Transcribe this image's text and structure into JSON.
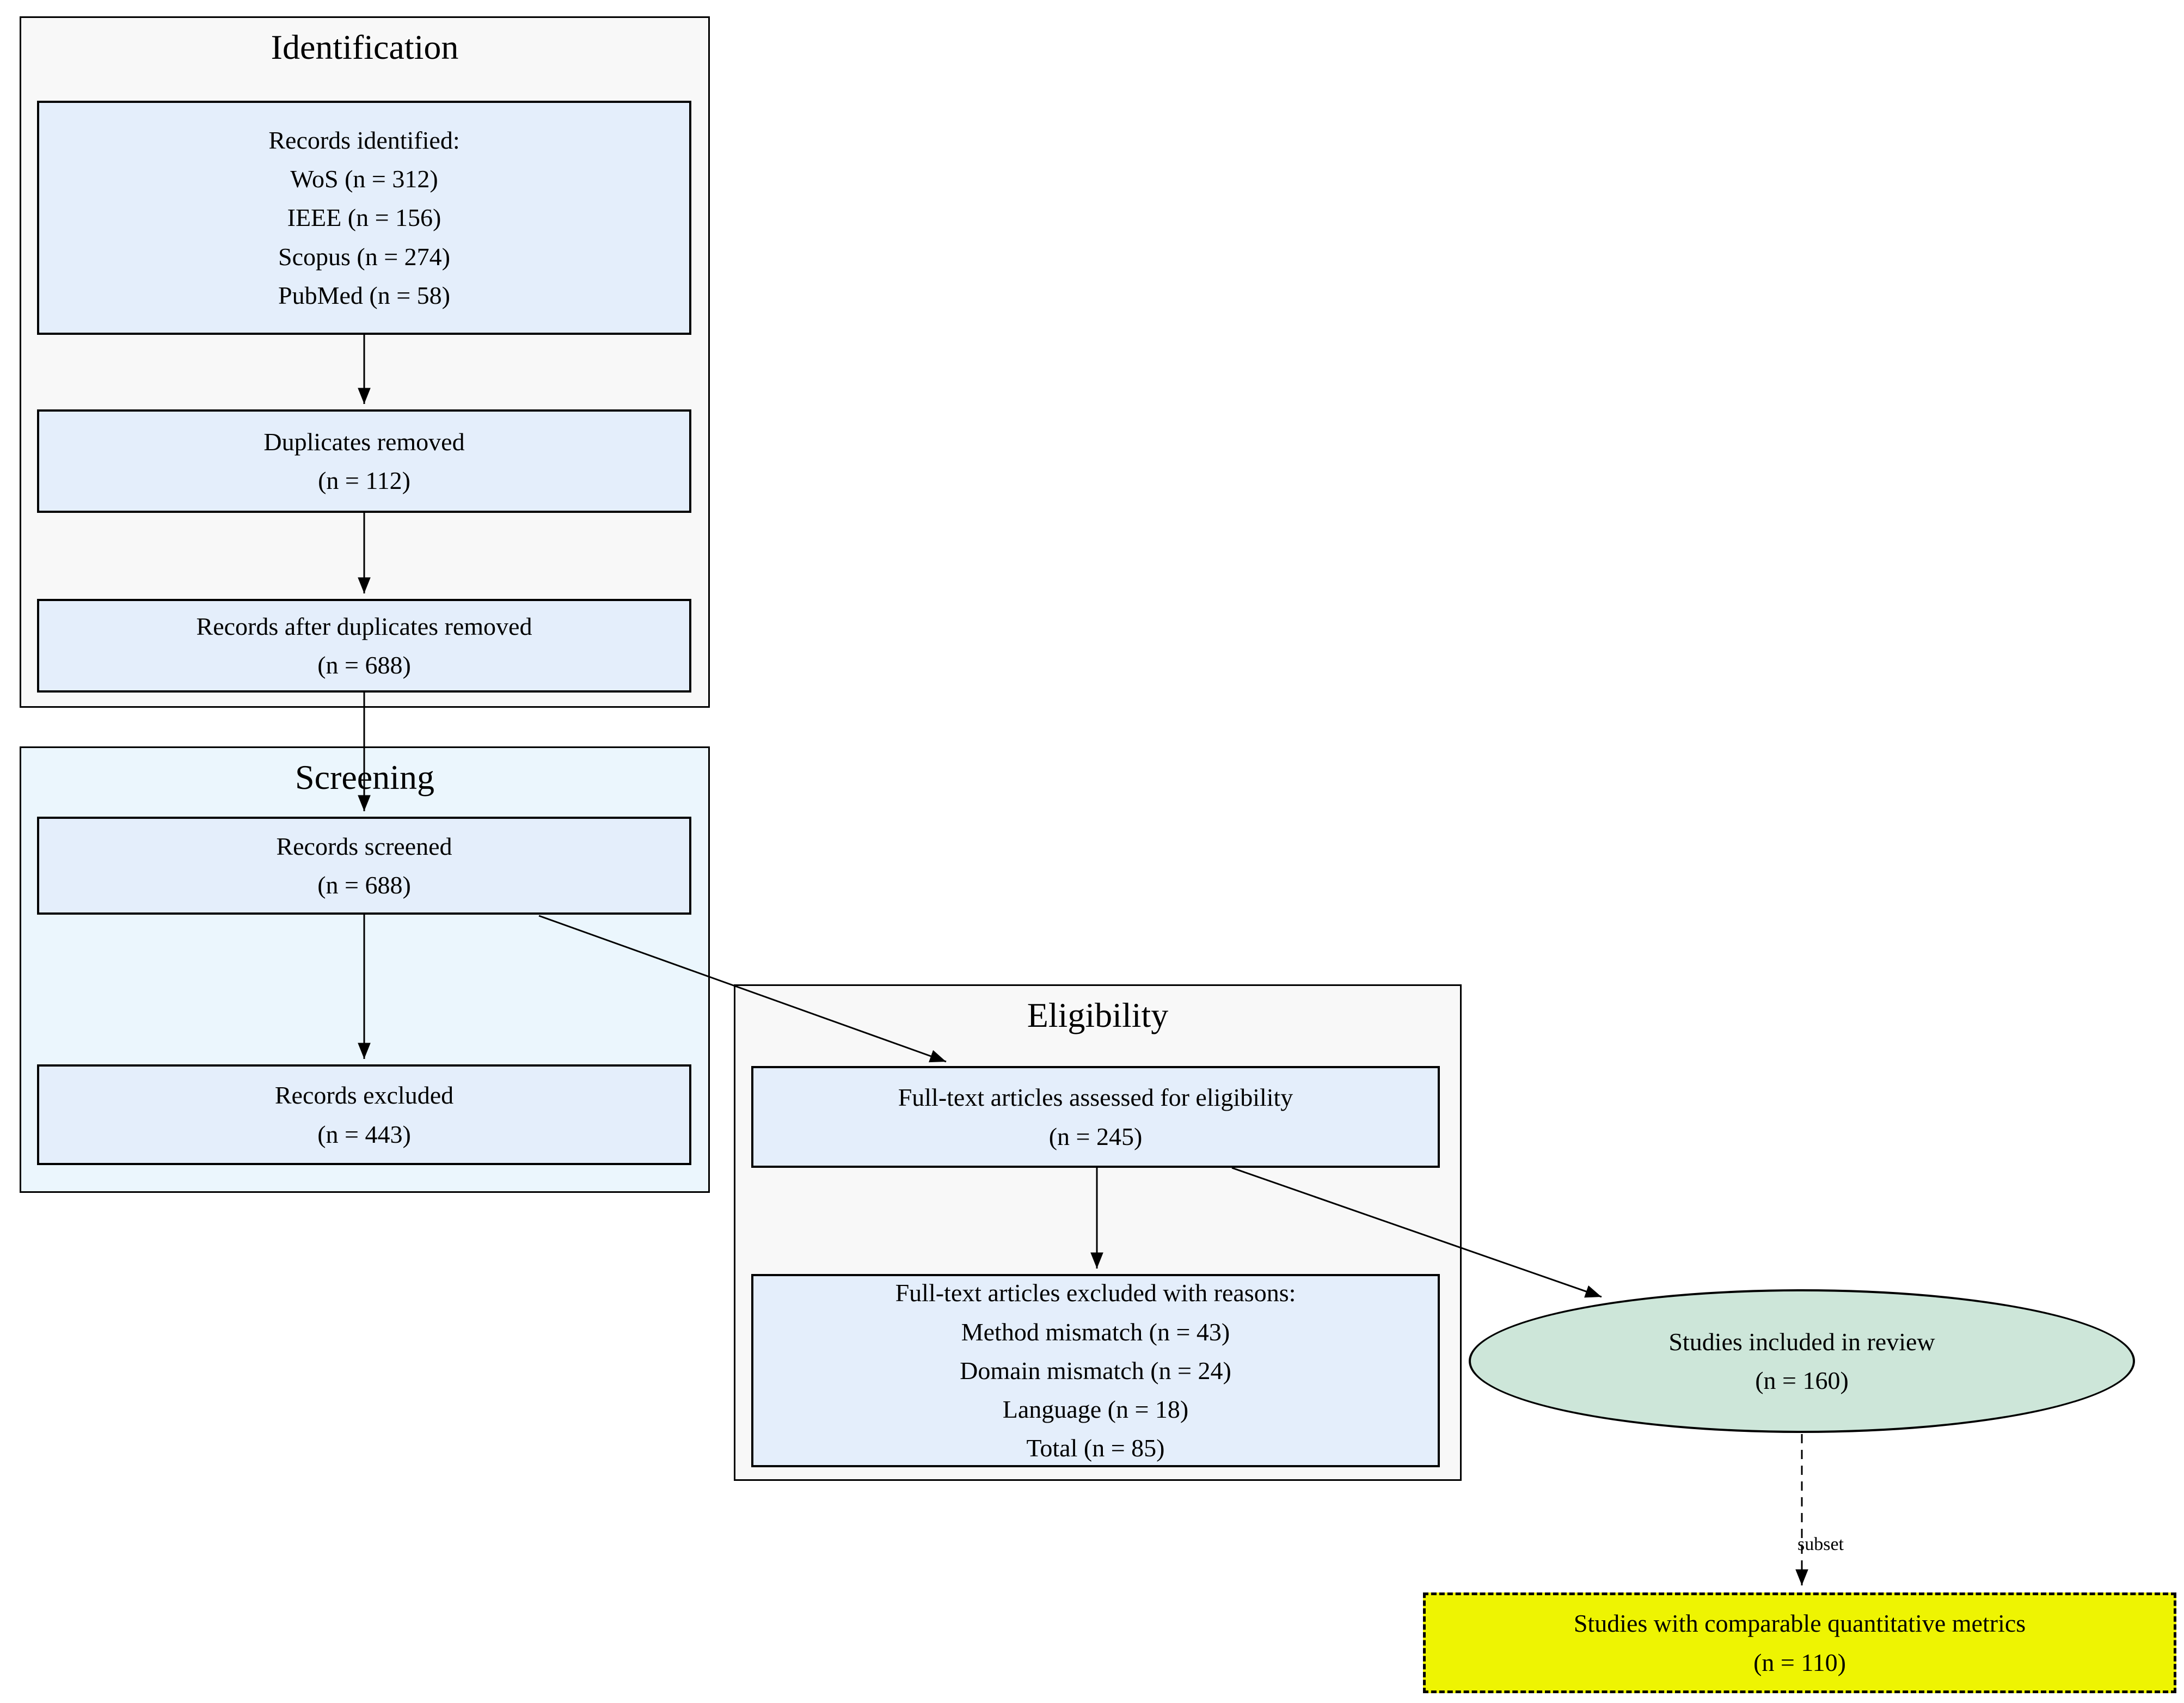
{
  "colors": {
    "border": "#000000",
    "cluster_gray": "#f8f8f8",
    "cluster_blue": "#ebf6fd",
    "node_blue": "#e4eefb",
    "ellipse_green": "#cde6d9",
    "highlight_yellow": "#eef402",
    "page_background": "#ffffff"
  },
  "clusters": {
    "identification": {
      "title": "Identification"
    },
    "screening": {
      "title": "Screening"
    },
    "eligibility": {
      "title": "Eligibility"
    }
  },
  "nodes": {
    "records_identified": {
      "lines": [
        "Records identified:",
        "WoS (n = 312)",
        "IEEE (n = 156)",
        "Scopus (n = 274)",
        "PubMed (n = 58)"
      ]
    },
    "duplicates_removed": {
      "lines": [
        "Duplicates removed",
        "(n = 112)"
      ]
    },
    "records_after_duplicates": {
      "lines": [
        "Records after duplicates removed",
        "(n = 688)"
      ]
    },
    "records_screened": {
      "lines": [
        "Records screened",
        "(n = 688)"
      ]
    },
    "records_excluded": {
      "lines": [
        "Records excluded",
        "(n = 443)"
      ]
    },
    "fulltext_assessed": {
      "lines": [
        "Full-text articles assessed for eligibility",
        "(n = 245)"
      ]
    },
    "fulltext_excluded": {
      "lines": [
        "Full-text articles excluded with reasons:",
        "Method mismatch (n = 43)",
        "Domain mismatch (n = 24)",
        "Language (n = 18)",
        "Total (n = 85)"
      ]
    },
    "studies_included": {
      "lines": [
        "Studies included in review",
        "(n = 160)"
      ]
    },
    "studies_comparable": {
      "lines": [
        "Studies with comparable quantitative metrics",
        "(n = 110)"
      ]
    }
  },
  "edges": {
    "subset_label": "subset"
  }
}
